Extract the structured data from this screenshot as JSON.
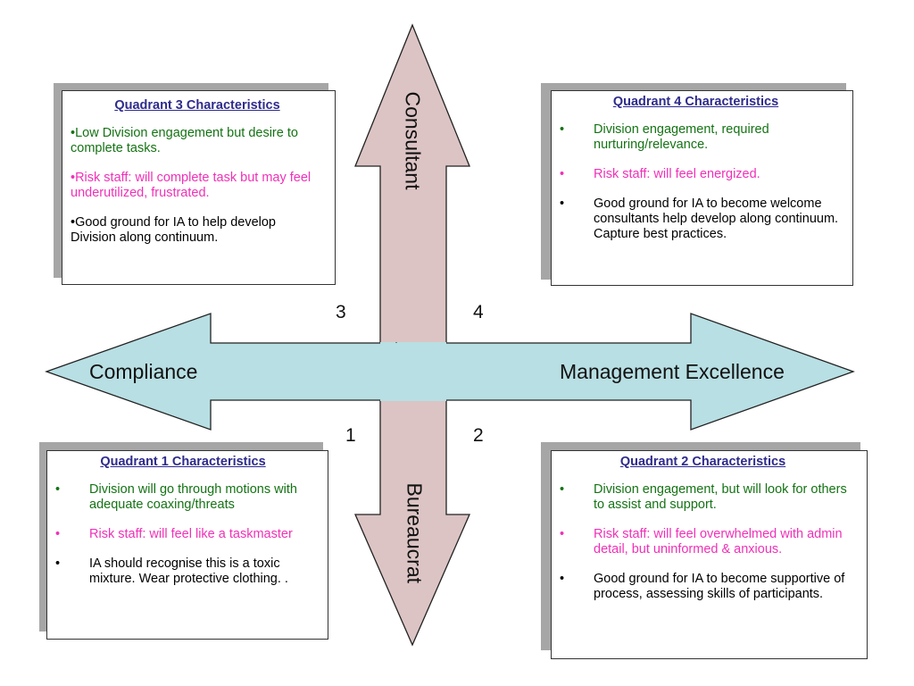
{
  "axes": {
    "horizontal": {
      "left_label": "Compliance",
      "right_label": "Management Excellence"
    },
    "vertical": {
      "top_label": "Consultant",
      "bottom_label": "Bureaucrat"
    }
  },
  "quadrant_numbers": {
    "q1": "1",
    "q2": "2",
    "q3": "3",
    "q4": "4"
  },
  "quadrants": {
    "q3": {
      "title": "Quadrant 3 Characteristics",
      "points": [
        "•Low Division engagement but desire to complete tasks.",
        "•Risk staff: will complete task but may feel underutilized, frustrated.",
        "•Good ground for IA to help develop Division along continuum."
      ]
    },
    "q4": {
      "title": "Quadrant 4 Characteristics",
      "bullet": "•",
      "points": [
        "Division engagement, required nurturing/relevance.",
        "Risk staff: will feel energized.",
        "Good ground for IA to become welcome consultants help develop along continuum. Capture best practices."
      ]
    },
    "q1": {
      "title": "Quadrant 1 Characteristics",
      "bullet": "•",
      "points": [
        "Division will go through motions with adequate coaxing/threats",
        "Risk staff:  will feel like a taskmaster",
        "IA should recognise this is a toxic mixture. Wear protective clothing. ."
      ]
    },
    "q2": {
      "title": "Quadrant 2  Characteristics",
      "bullet": "•",
      "points": [
        "Division engagement, but will look for others to assist and support.",
        "Risk staff: will feel overwhelmed with admin detail, but uninformed & anxious.",
        "Good ground for IA to become supportive of process, assessing skills of participants."
      ]
    }
  },
  "colors": {
    "horizontal_arrow_fill": "#b8dfe3",
    "vertical_arrow_fill": "#dcc4c4",
    "title": "#2e2b8c",
    "engagement": "#147314",
    "risk": "#f030b8",
    "ia": "#000000",
    "shadow": "#a6a6a6"
  }
}
